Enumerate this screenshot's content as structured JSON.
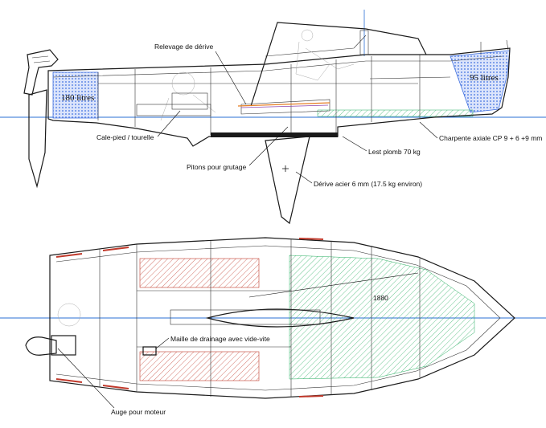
{
  "labels": {
    "relevage": "Relevage de dérive",
    "cale_pied": "Cale-pied / tourelle",
    "pitons": "Pitons pour grutage",
    "derive": "Dérive acier 6 mm (17.5 kg environ)",
    "lest": "Lest plomb 70 kg",
    "charpente": "Charpente axiale CP 9 + 6 +9 mm",
    "drainage": "Maille de drainage avec vide-vite",
    "auge": "Auge pour moteur",
    "dimension": "1880"
  },
  "volumes": {
    "aft": "180 litres",
    "fwd": "95 litres"
  },
  "colors": {
    "waterline": "#2a6fd6",
    "flotation_fill": "#3f6fe0",
    "hatch_red": "#c0392b",
    "hatch_green": "#27ae60",
    "accent_orange": "#e67e22",
    "accent_purple": "#8e44ad"
  }
}
